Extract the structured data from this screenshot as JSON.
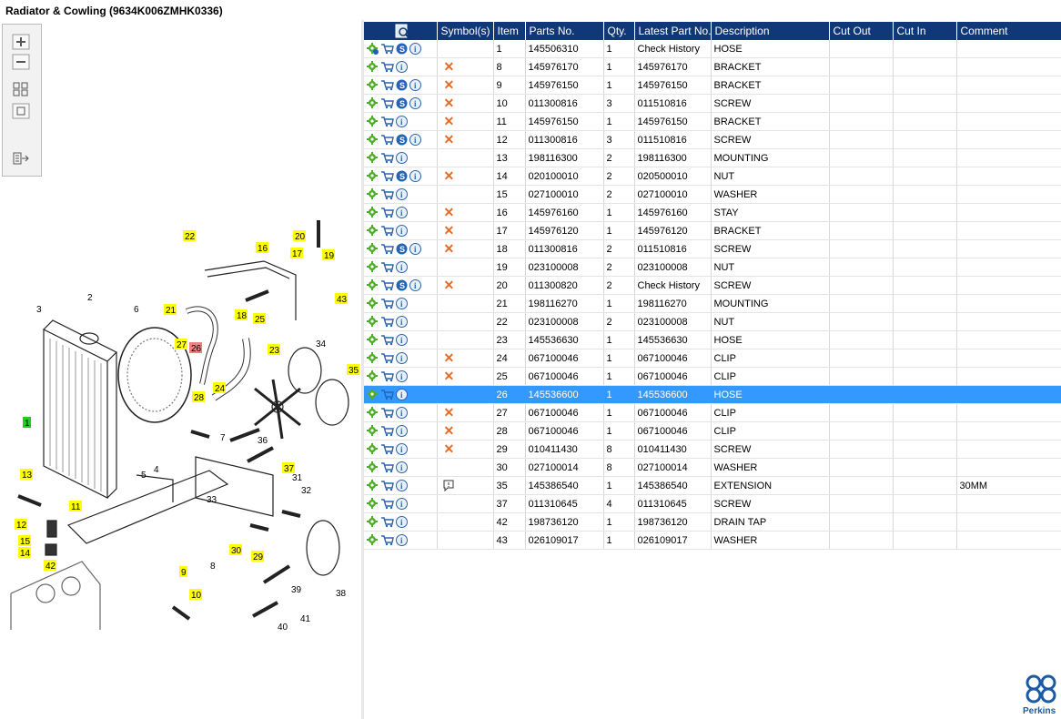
{
  "window": {
    "title": "Radiator & Cowling (9634K006ZMHK0336)"
  },
  "toolbar": {
    "zoom_in": "zoom-in-icon",
    "zoom_out": "zoom-out-icon",
    "fit": "fit-icon",
    "actual": "actual-size-icon",
    "export": "export-icon"
  },
  "diagram": {
    "callouts_yellow": [
      "22",
      "20",
      "16",
      "17",
      "19",
      "43",
      "18",
      "21",
      "25",
      "27",
      "23",
      "35",
      "24",
      "28",
      "37",
      "13",
      "11",
      "15",
      "14",
      "42",
      "12",
      "30",
      "29",
      "9",
      "10"
    ],
    "callouts_plain": [
      "2",
      "3",
      "6",
      "34",
      "5",
      "4",
      "7",
      "36",
      "31",
      "33",
      "32",
      "8",
      "39",
      "41",
      "40",
      "38"
    ],
    "callout_highlight": "26",
    "callout_green": "1"
  },
  "table": {
    "columns": [
      "",
      "Symbol(s)",
      "Item",
      "Parts No.",
      "Qty.",
      "Latest Part No.",
      "Description",
      "Cut Out",
      "Cut In",
      "Comment"
    ],
    "rows": [
      {
        "icons": "cog-blue",
        "s": true,
        "sym": "",
        "item": "1",
        "part": "145506310",
        "qty": "1",
        "latest": "Check History",
        "desc": "HOSE",
        "cutout": "",
        "cutin": "",
        "comment": ""
      },
      {
        "icons": "cog",
        "s": false,
        "sym": "x",
        "item": "8",
        "part": "145976170",
        "qty": "1",
        "latest": "145976170",
        "desc": "BRACKET",
        "cutout": "",
        "cutin": "",
        "comment": ""
      },
      {
        "icons": "cog",
        "s": true,
        "sym": "x",
        "item": "9",
        "part": "145976150",
        "qty": "1",
        "latest": "145976150",
        "desc": "BRACKET",
        "cutout": "",
        "cutin": "",
        "comment": ""
      },
      {
        "icons": "cog",
        "s": true,
        "sym": "x",
        "item": "10",
        "part": "011300816",
        "qty": "3",
        "latest": "011510816",
        "desc": "SCREW",
        "cutout": "",
        "cutin": "",
        "comment": ""
      },
      {
        "icons": "cog",
        "s": false,
        "sym": "x",
        "item": "11",
        "part": "145976150",
        "qty": "1",
        "latest": "145976150",
        "desc": "BRACKET",
        "cutout": "",
        "cutin": "",
        "comment": ""
      },
      {
        "icons": "cog",
        "s": true,
        "sym": "x",
        "item": "12",
        "part": "011300816",
        "qty": "3",
        "latest": "011510816",
        "desc": "SCREW",
        "cutout": "",
        "cutin": "",
        "comment": ""
      },
      {
        "icons": "cog",
        "s": false,
        "sym": "",
        "item": "13",
        "part": "198116300",
        "qty": "2",
        "latest": "198116300",
        "desc": "MOUNTING",
        "cutout": "",
        "cutin": "",
        "comment": ""
      },
      {
        "icons": "cog",
        "s": true,
        "sym": "x",
        "item": "14",
        "part": "020100010",
        "qty": "2",
        "latest": "020500010",
        "desc": "NUT",
        "cutout": "",
        "cutin": "",
        "comment": ""
      },
      {
        "icons": "cog",
        "s": false,
        "sym": "",
        "item": "15",
        "part": "027100010",
        "qty": "2",
        "latest": "027100010",
        "desc": "WASHER",
        "cutout": "",
        "cutin": "",
        "comment": ""
      },
      {
        "icons": "cog",
        "s": false,
        "sym": "x",
        "item": "16",
        "part": "145976160",
        "qty": "1",
        "latest": "145976160",
        "desc": "STAY",
        "cutout": "",
        "cutin": "",
        "comment": ""
      },
      {
        "icons": "cog",
        "s": false,
        "sym": "x",
        "item": "17",
        "part": "145976120",
        "qty": "1",
        "latest": "145976120",
        "desc": "BRACKET",
        "cutout": "",
        "cutin": "",
        "comment": ""
      },
      {
        "icons": "cog",
        "s": true,
        "sym": "x",
        "item": "18",
        "part": "011300816",
        "qty": "2",
        "latest": "011510816",
        "desc": "SCREW",
        "cutout": "",
        "cutin": "",
        "comment": ""
      },
      {
        "icons": "cog",
        "s": false,
        "sym": "",
        "item": "19",
        "part": "023100008",
        "qty": "2",
        "latest": "023100008",
        "desc": "NUT",
        "cutout": "",
        "cutin": "",
        "comment": ""
      },
      {
        "icons": "cog",
        "s": true,
        "sym": "x",
        "item": "20",
        "part": "011300820",
        "qty": "2",
        "latest": "Check History",
        "desc": "SCREW",
        "cutout": "",
        "cutin": "",
        "comment": ""
      },
      {
        "icons": "cog",
        "s": false,
        "sym": "",
        "item": "21",
        "part": "198116270",
        "qty": "1",
        "latest": "198116270",
        "desc": "MOUNTING",
        "cutout": "",
        "cutin": "",
        "comment": ""
      },
      {
        "icons": "cog",
        "s": false,
        "sym": "",
        "item": "22",
        "part": "023100008",
        "qty": "2",
        "latest": "023100008",
        "desc": "NUT",
        "cutout": "",
        "cutin": "",
        "comment": ""
      },
      {
        "icons": "cog",
        "s": false,
        "sym": "",
        "item": "23",
        "part": "145536630",
        "qty": "1",
        "latest": "145536630",
        "desc": "HOSE",
        "cutout": "",
        "cutin": "",
        "comment": ""
      },
      {
        "icons": "cog",
        "s": false,
        "sym": "x",
        "item": "24",
        "part": "067100046",
        "qty": "1",
        "latest": "067100046",
        "desc": "CLIP",
        "cutout": "",
        "cutin": "",
        "comment": ""
      },
      {
        "icons": "cog",
        "s": false,
        "sym": "x",
        "item": "25",
        "part": "067100046",
        "qty": "1",
        "latest": "067100046",
        "desc": "CLIP",
        "cutout": "",
        "cutin": "",
        "comment": ""
      },
      {
        "icons": "cog",
        "s": false,
        "sym": "",
        "item": "26",
        "part": "145536600",
        "qty": "1",
        "latest": "145536600",
        "desc": "HOSE",
        "cutout": "",
        "cutin": "",
        "comment": "",
        "selected": true
      },
      {
        "icons": "cog",
        "s": false,
        "sym": "x",
        "item": "27",
        "part": "067100046",
        "qty": "1",
        "latest": "067100046",
        "desc": "CLIP",
        "cutout": "",
        "cutin": "",
        "comment": ""
      },
      {
        "icons": "cog",
        "s": false,
        "sym": "x",
        "item": "28",
        "part": "067100046",
        "qty": "1",
        "latest": "067100046",
        "desc": "CLIP",
        "cutout": "",
        "cutin": "",
        "comment": ""
      },
      {
        "icons": "cog",
        "s": false,
        "sym": "x",
        "item": "29",
        "part": "010411430",
        "qty": "8",
        "latest": "010411430",
        "desc": "SCREW",
        "cutout": "",
        "cutin": "",
        "comment": ""
      },
      {
        "icons": "cog",
        "s": false,
        "sym": "",
        "item": "30",
        "part": "027100014",
        "qty": "8",
        "latest": "027100014",
        "desc": "WASHER",
        "cutout": "",
        "cutin": "",
        "comment": ""
      },
      {
        "icons": "cog",
        "s": false,
        "sym": "note",
        "item": "35",
        "part": "145386540",
        "qty": "1",
        "latest": "145386540",
        "desc": "EXTENSION",
        "cutout": "",
        "cutin": "",
        "comment": "30MM"
      },
      {
        "icons": "cog",
        "s": false,
        "sym": "",
        "item": "37",
        "part": "011310645",
        "qty": "4",
        "latest": "011310645",
        "desc": "SCREW",
        "cutout": "",
        "cutin": "",
        "comment": ""
      },
      {
        "icons": "cog",
        "s": false,
        "sym": "",
        "item": "42",
        "part": "198736120",
        "qty": "1",
        "latest": "198736120",
        "desc": "DRAIN TAP",
        "cutout": "",
        "cutin": "",
        "comment": ""
      },
      {
        "icons": "cog",
        "s": false,
        "sym": "",
        "item": "43",
        "part": "026109017",
        "qty": "1",
        "latest": "026109017",
        "desc": "WASHER",
        "cutout": "",
        "cutin": "",
        "comment": ""
      }
    ]
  },
  "brand": {
    "name": "Perkins",
    "color": "#1b5aa6"
  },
  "colors": {
    "header": "#103878",
    "selected": "#3399ff",
    "callout_yellow": "#ffff00",
    "callout_red": "#f08080",
    "callout_green": "#22cc22"
  }
}
